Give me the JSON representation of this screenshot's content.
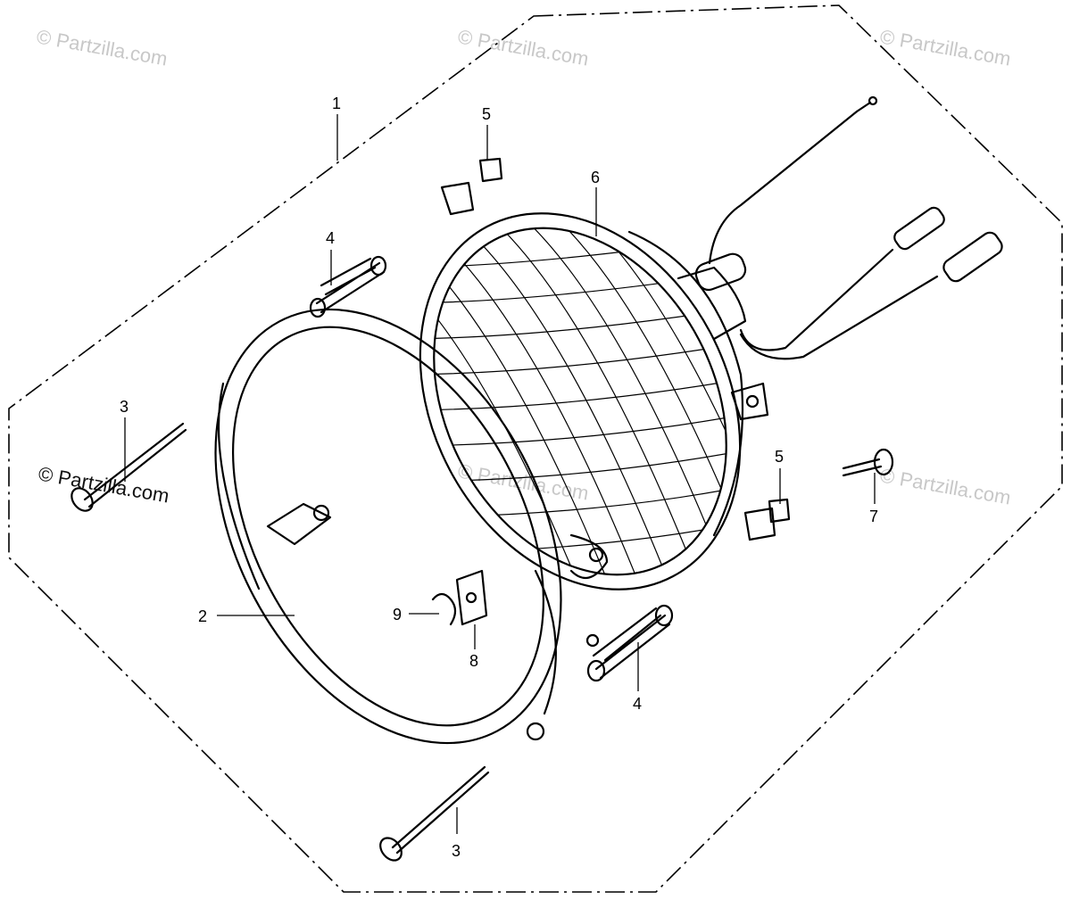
{
  "watermarks": {
    "text": "© Partzilla.com"
  },
  "callouts": [
    {
      "id": "1",
      "label": "1"
    },
    {
      "id": "2",
      "label": "2"
    },
    {
      "id": "3a",
      "label": "3"
    },
    {
      "id": "3b",
      "label": "3"
    },
    {
      "id": "4a",
      "label": "4"
    },
    {
      "id": "4b",
      "label": "4"
    },
    {
      "id": "5a",
      "label": "5"
    },
    {
      "id": "5b",
      "label": "5"
    },
    {
      "id": "6",
      "label": "6"
    },
    {
      "id": "7",
      "label": "7"
    },
    {
      "id": "8",
      "label": "8"
    },
    {
      "id": "9",
      "label": "9"
    }
  ]
}
